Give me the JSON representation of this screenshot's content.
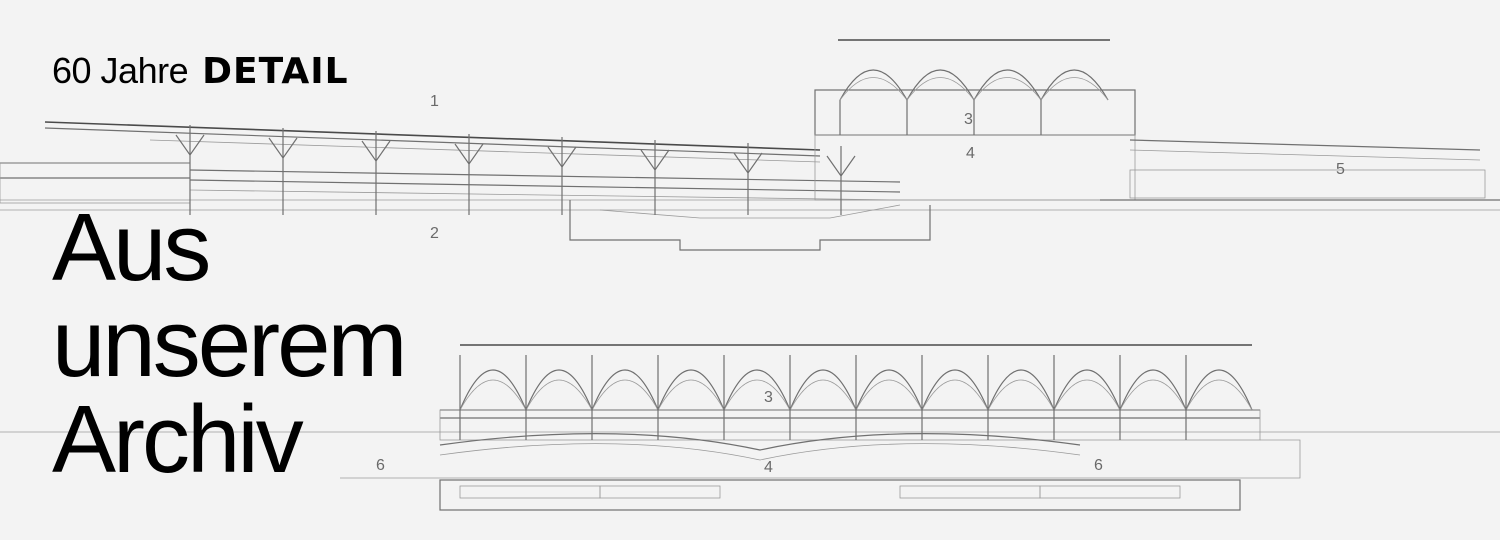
{
  "banner": {
    "kicker_years": "60 Jahre",
    "kicker_brand": "DETAIL",
    "headline_lines": [
      "Aus",
      "unserem",
      "Archiv"
    ],
    "drawing_labels": {
      "upper": [
        "1",
        "2",
        "3",
        "4",
        "5"
      ],
      "lower": [
        "3",
        "4",
        "6",
        "6"
      ]
    },
    "colors": {
      "background": "#f3f3f3",
      "text": "#000000",
      "linework": "#707070"
    }
  }
}
